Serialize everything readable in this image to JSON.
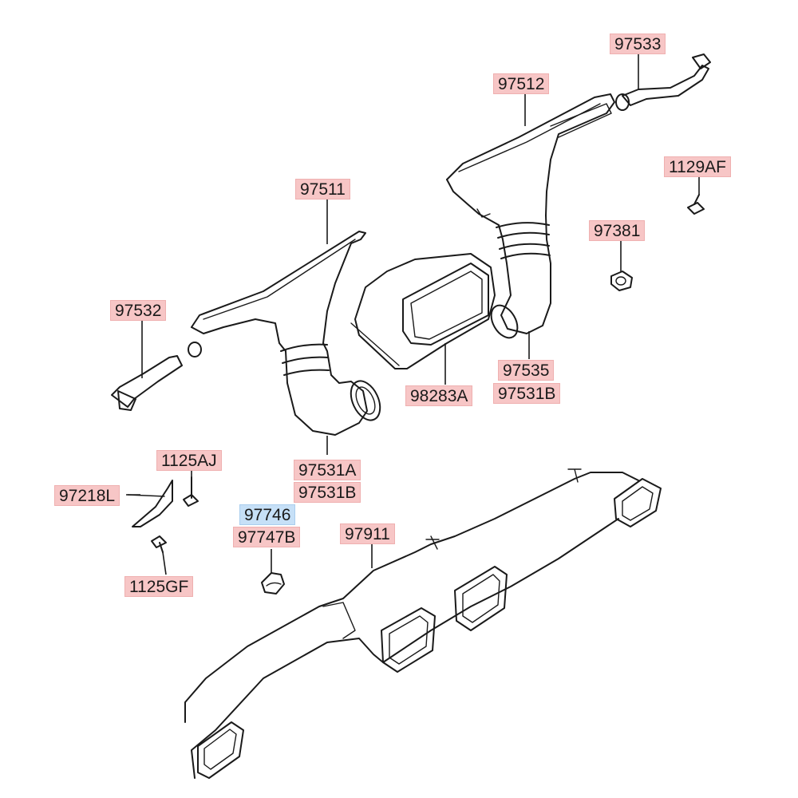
{
  "callout_colors": {
    "default": "#f7c6c6",
    "highlighted": "#c6e0f7"
  },
  "parts": {
    "p97533": {
      "label": "97533"
    },
    "p97512": {
      "label": "97512"
    },
    "p1129AF": {
      "label": "1129AF"
    },
    "p97511": {
      "label": "97511"
    },
    "p97381": {
      "label": "97381"
    },
    "p97532": {
      "label": "97532"
    },
    "p97535": {
      "label": "97535"
    },
    "p97531B_right": {
      "label": "97531B"
    },
    "p98283A": {
      "label": "98283A"
    },
    "p1125AJ": {
      "label": "1125AJ"
    },
    "p97531A": {
      "label": "97531A"
    },
    "p97218L": {
      "label": "97218L"
    },
    "p97531B_center": {
      "label": "97531B"
    },
    "p97746": {
      "label": "97746",
      "highlighted": true
    },
    "p97747B": {
      "label": "97747B"
    },
    "p97911": {
      "label": "97911"
    },
    "p1125GF": {
      "label": "1125GF"
    }
  }
}
